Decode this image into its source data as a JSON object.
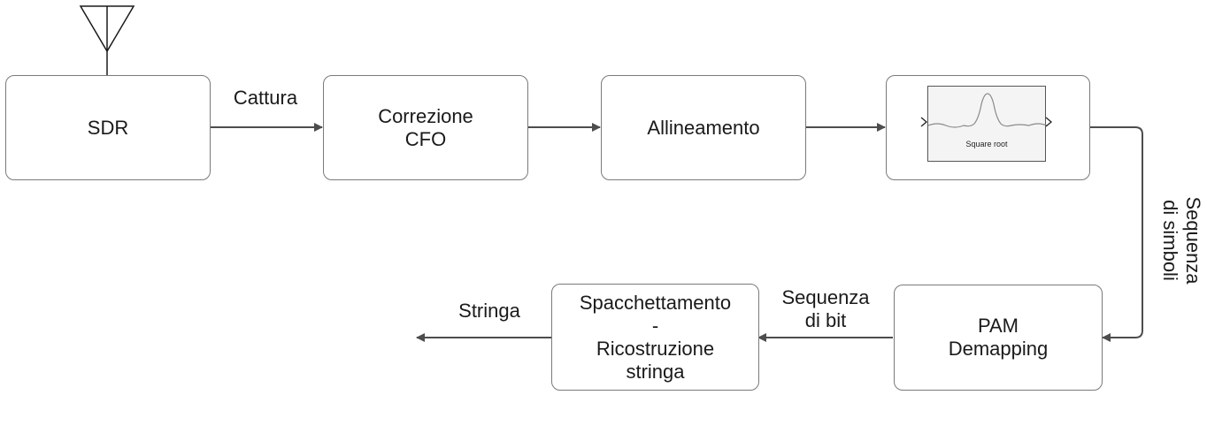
{
  "blocks": {
    "sdr": "SDR",
    "cfo": "Correzione\nCFO",
    "align": "Allineamento",
    "filter_caption": "Square root",
    "pam": "PAM\nDemapping",
    "unpack": "Spacchettamento\n-\nRicostruzione\nstringa"
  },
  "labels": {
    "capture": "Cattura",
    "symbols": "Sequenza\ndi simboli",
    "bits": "Sequenza\ndi bit",
    "output": "Stringa"
  },
  "colors": {
    "border": "#7a7a7a",
    "arrow": "#4d4d4d",
    "text": "#1a1a1a"
  },
  "icons": {
    "antenna": "antenna-icon",
    "filter": "square-root-filter-icon"
  }
}
